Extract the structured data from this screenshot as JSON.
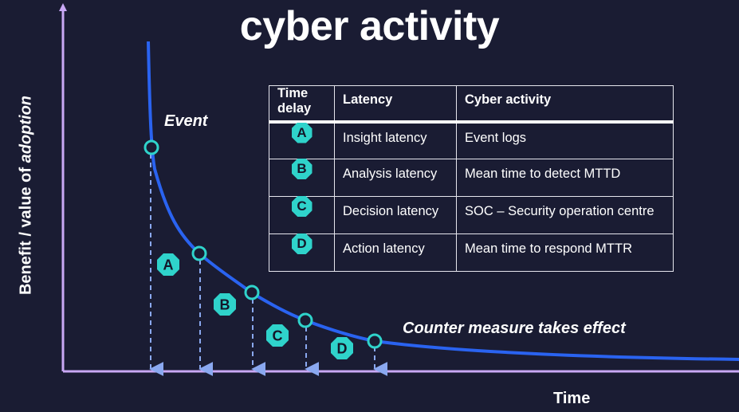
{
  "title": "cyber activity",
  "axes": {
    "y_label_prefix": "Benefit / value of ",
    "y_label_italic": "adoption",
    "x_label": "Time"
  },
  "annotations": {
    "event": "Event",
    "counter_measure": "Counter  measure takes effect"
  },
  "markers": [
    "A",
    "B",
    "C",
    "D"
  ],
  "colors": {
    "background": "#1a1c33",
    "axis": "#c9a8f5",
    "curve": "#2a63f0",
    "drop_line": "#8aa8f0",
    "marker": "#2fd3cb"
  },
  "table": {
    "headers": [
      "Time delay",
      "Latency",
      "Cyber activity"
    ],
    "rows": [
      {
        "marker": "A",
        "latency": "Insight latency",
        "activity": "Event logs"
      },
      {
        "marker": "B",
        "latency": "Analysis latency",
        "activity": "Mean time to detect MTTD"
      },
      {
        "marker": "C",
        "latency": "Decision latency",
        "activity": "SOC – Security operation centre"
      },
      {
        "marker": "D",
        "latency": "Action latency",
        "activity": "Mean time to respond MTTR"
      }
    ]
  }
}
